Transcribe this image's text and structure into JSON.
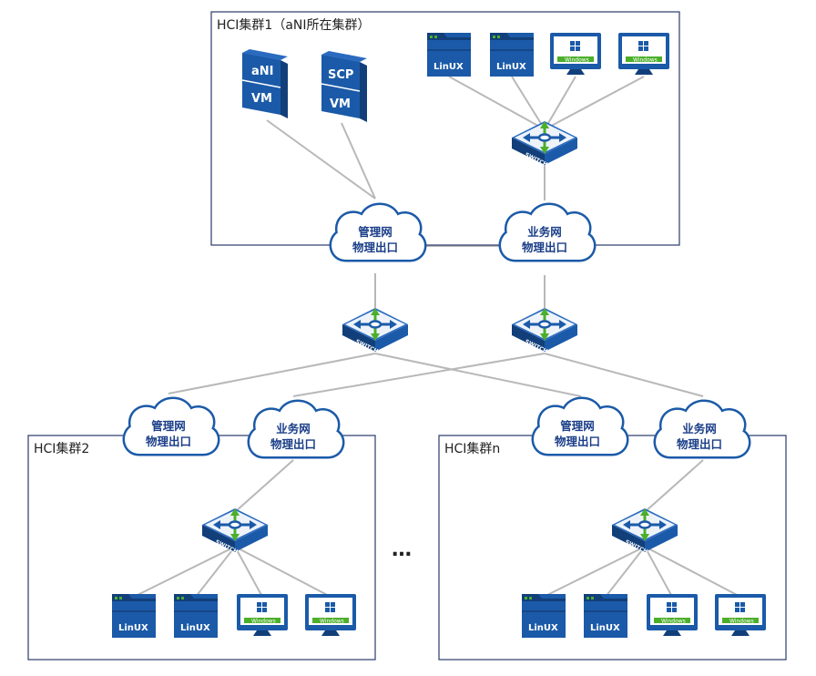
{
  "clusters": {
    "c1": "HCI集群1（aNI所在集群）",
    "c2": "HCI集群2",
    "cn": "HCI集群n"
  },
  "clouds": {
    "mgmt_line1": "管理网",
    "mgmt_line2": "物理出口",
    "biz_line1": "业务网",
    "biz_line2": "物理出口"
  },
  "vms": {
    "ani_top": "aNI",
    "ani_bottom": "VM",
    "scp_top": "SCP",
    "scp_bottom": "VM"
  },
  "devices": {
    "linux_label": "LinUX",
    "windows_label": "Windows",
    "switch_label": "SWITCH"
  },
  "ellipsis": "…",
  "colors": {
    "device_blue": "#1b5aa8",
    "device_dark": "#123f7a",
    "cloud_outline": "#1b5aa8",
    "line_gray": "#b8b8b8",
    "frame": "#2a3a6a",
    "arrow_green": "#4caf2a"
  }
}
